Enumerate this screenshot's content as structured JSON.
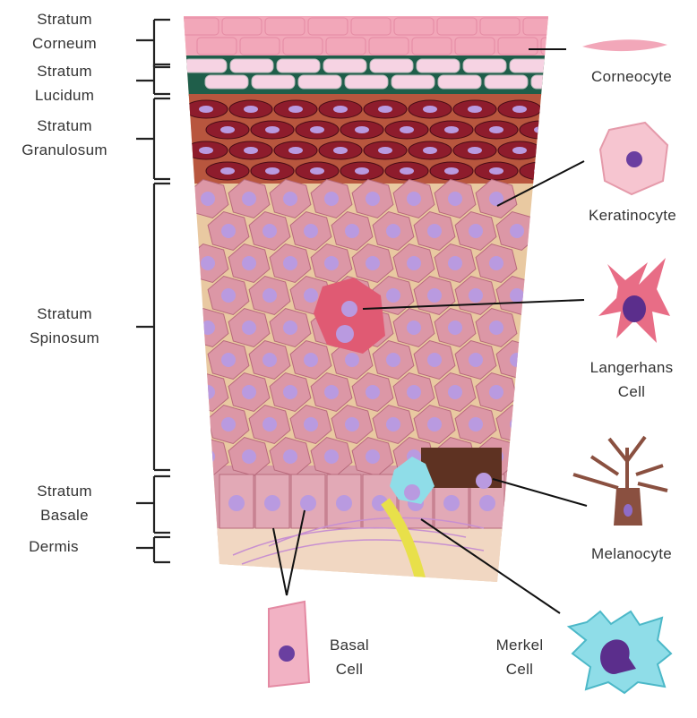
{
  "layers": {
    "corneum": [
      "Stratum",
      "Corneum"
    ],
    "lucidum": [
      "Stratum",
      "Lucidum"
    ],
    "granulosum": [
      "Stratum",
      "Granulosum"
    ],
    "spinosum": [
      "Stratum",
      "Spinosum"
    ],
    "basale": [
      "Stratum",
      "Basale"
    ],
    "dermis": [
      "Dermis"
    ]
  },
  "cells": {
    "corneocyte": [
      "Corneocyte"
    ],
    "keratinocyte": [
      "Keratinocyte"
    ],
    "langerhans": [
      "Langerhans",
      "Cell"
    ],
    "melanocyte": [
      "Melanocyte"
    ],
    "merkel": [
      "Merkel",
      "Cell"
    ],
    "basal": [
      "Basal",
      "Cell"
    ]
  },
  "colors": {
    "text": "#333333",
    "corneum": "#f2a7b9",
    "lucidum": "#f6d3e3",
    "granulosum": "#8e1c2c",
    "spinosum": "#dc97a6",
    "nucleus": "#b99ae0",
    "dermis": "#f1d7c2"
  }
}
